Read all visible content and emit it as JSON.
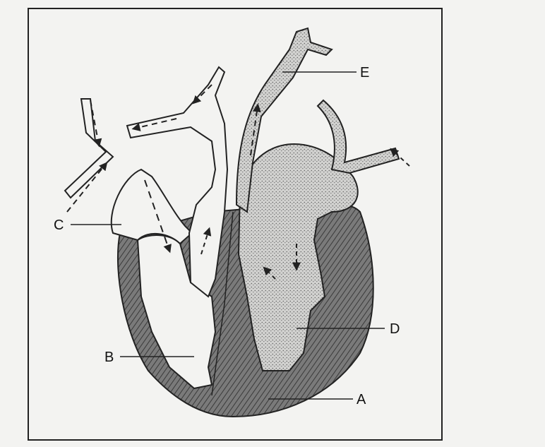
{
  "diagram": {
    "labels": {
      "a": "A",
      "b": "B",
      "c": "C",
      "d": "D",
      "e": "E"
    }
  },
  "colors": {
    "background": "#f3f3f1",
    "outline": "#222222",
    "muscle": "#6b6b6b",
    "stipple": "#bdbdbd"
  }
}
